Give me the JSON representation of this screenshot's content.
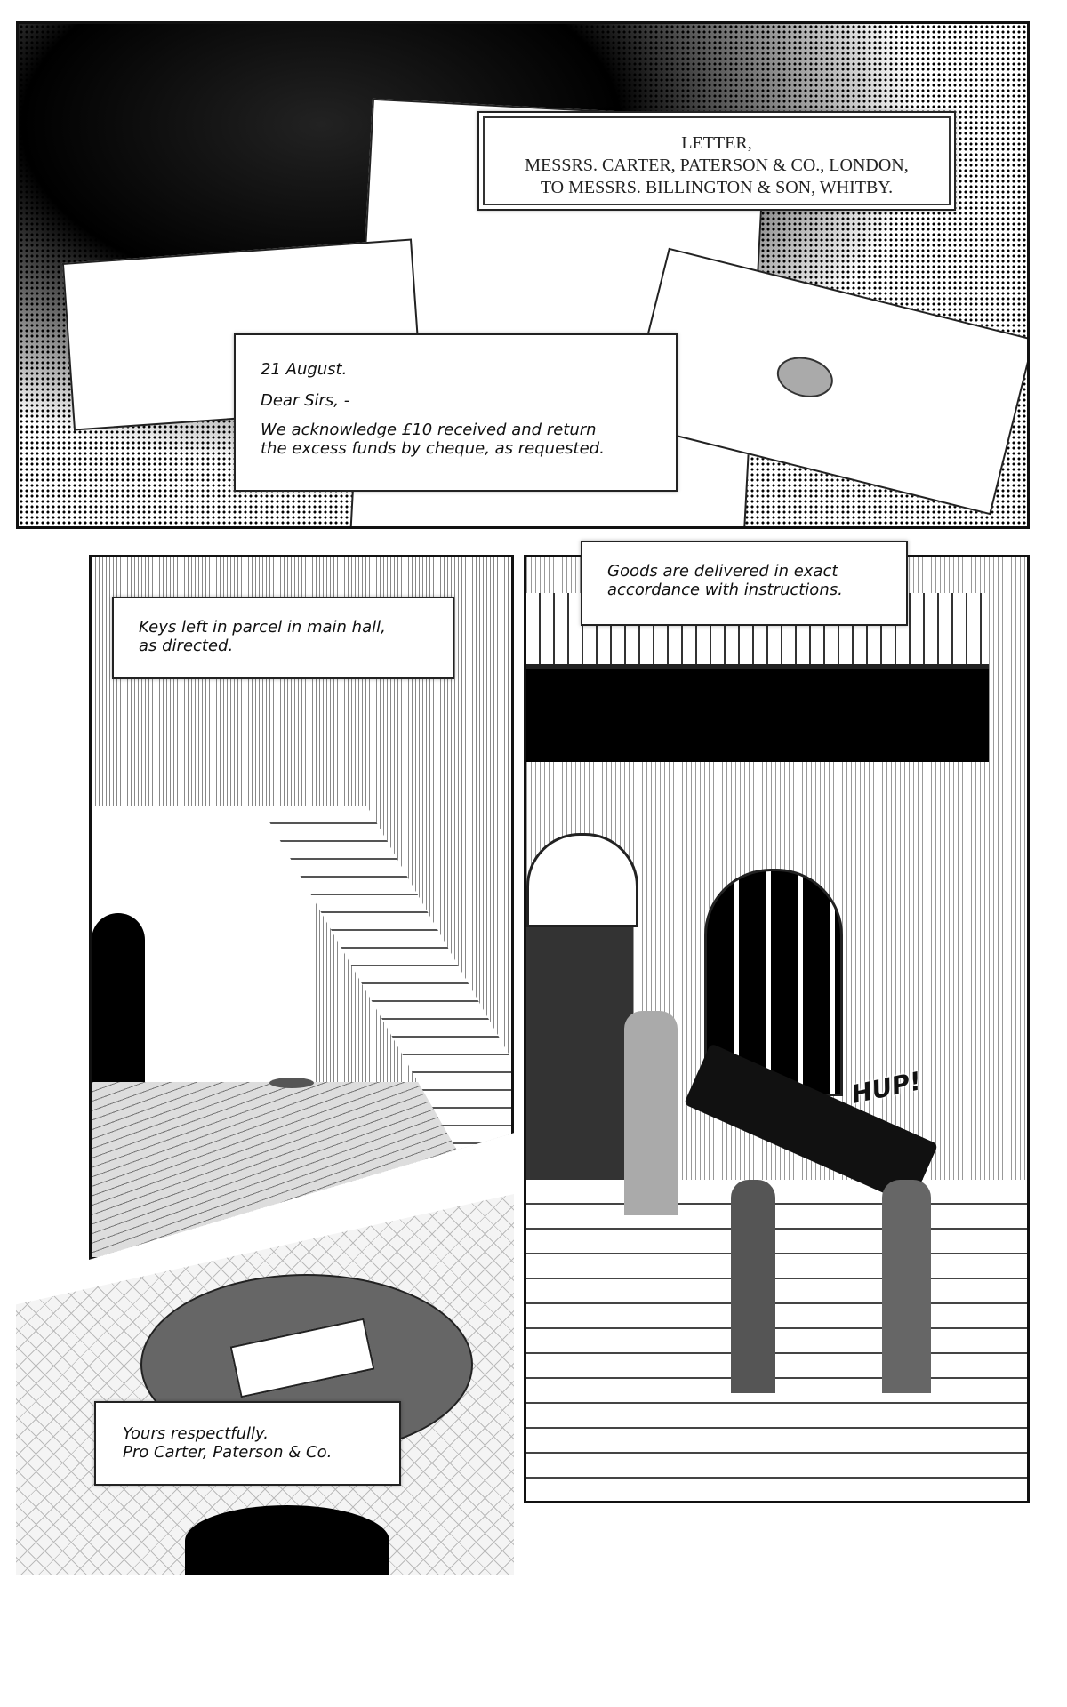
{
  "panels": {
    "letter_heading": {
      "line1": "LETTER,",
      "line2": "MESSRS. CARTER, PATERSON & CO., LONDON,",
      "line3": "TO MESSRS. BILLINGTON & SON, WHITBY."
    },
    "letter_body": {
      "date": "21 August.",
      "salutation": "Dear Sirs, -",
      "line1": "We acknowledge £10 received and return",
      "line2": "the excess funds by cheque, as requested."
    },
    "hall_caption": {
      "line1": "Keys left in parcel in main hall,",
      "line2": "as directed."
    },
    "delivery_caption": {
      "line1": "Goods are delivered in exact",
      "line2": "accordance with instructions."
    },
    "sfx": "HUP!",
    "closing_caption": {
      "line1": "Yours respectfully.",
      "line2": "Pro Carter, Paterson & Co."
    }
  }
}
